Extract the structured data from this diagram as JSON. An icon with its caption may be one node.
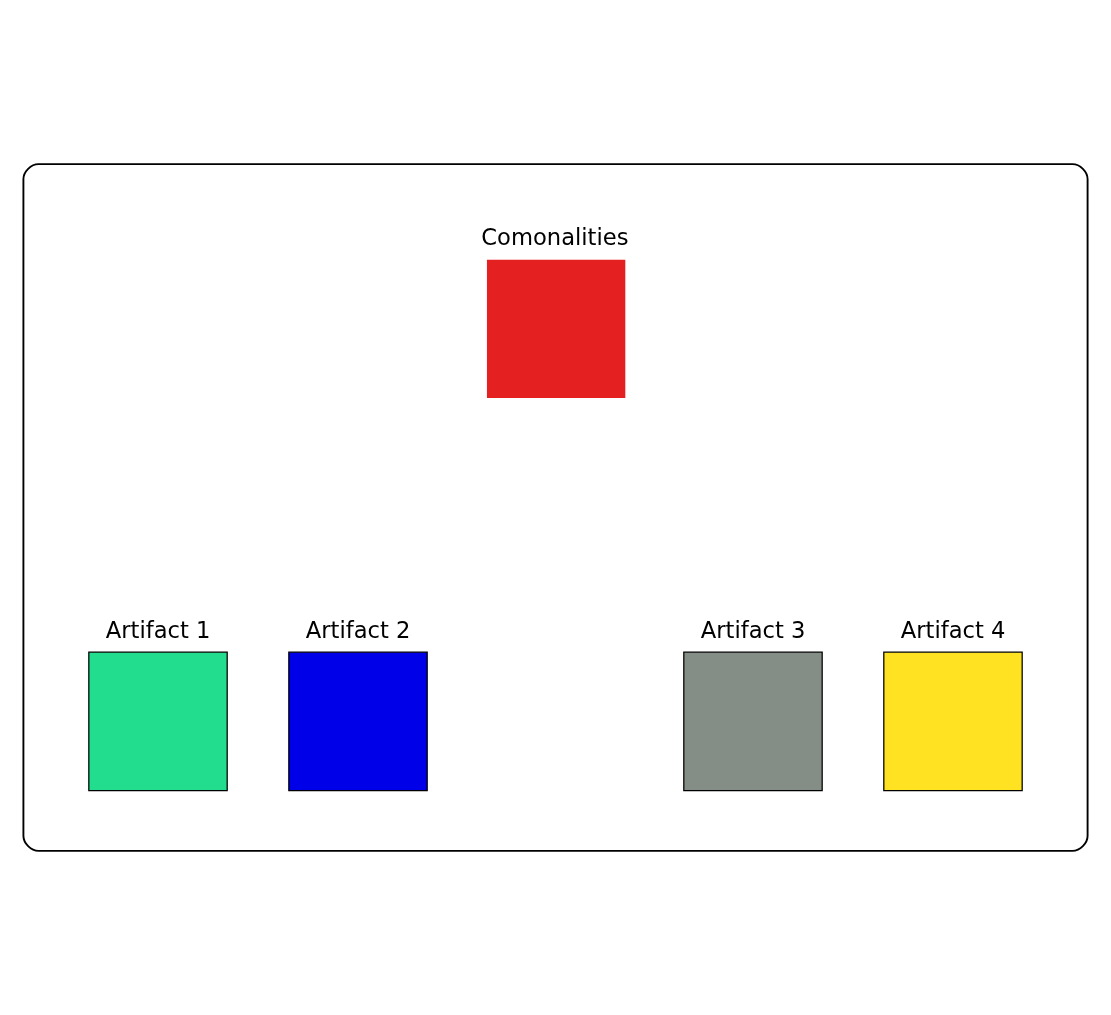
{
  "diagram": {
    "nodes": [
      {
        "text": [],
        "shape": "box"
      },
      {
        "text": [
          "Comonalities"
        ],
        "in": 0
      },
      {
        "text": [
          "Artifact 1"
        ],
        "in": 0
      },
      {
        "text": [
          "Artifact 2"
        ],
        "in": 0
      },
      {
        "text": [
          "Artifact 3"
        ],
        "in": 0
      },
      {
        "text": [
          "Artifact 4"
        ],
        "in": 0
      }
    ],
    "edges": []
  }
}
